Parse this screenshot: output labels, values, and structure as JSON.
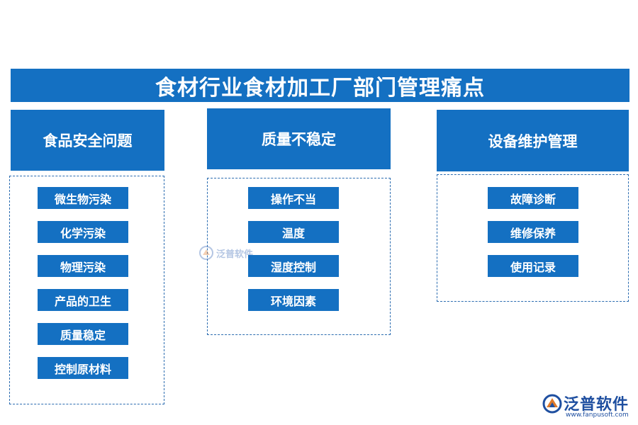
{
  "title": "食材行业食材加工厂部门管理痛点",
  "categories": [
    {
      "label": "食品安全问题",
      "items": [
        "微生物污染",
        "化学污染",
        "物理污染",
        "产品的卫生",
        "质量稳定",
        "控制原材料"
      ]
    },
    {
      "label": "质量不稳定",
      "items": [
        "操作不当",
        "温度",
        "湿度控制",
        "环境因素"
      ]
    },
    {
      "label": "设备维护管理",
      "items": [
        "故障诊断",
        "维修保养",
        "使用记录"
      ]
    }
  ],
  "watermark": {
    "text": "泛普软件"
  },
  "logo": {
    "brand": "泛普软件",
    "url": "www.fanpusoft.com"
  },
  "colors": {
    "primary": "#1470c2",
    "border": "#2b6cb0",
    "logo": "#1f4fa0"
  }
}
